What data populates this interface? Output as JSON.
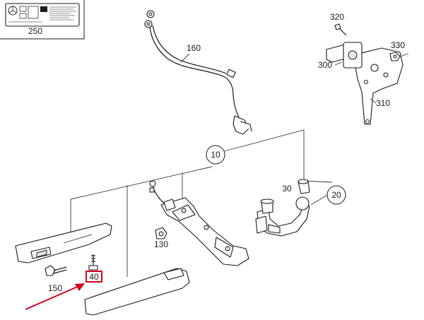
{
  "callouts": {
    "c10": "10",
    "c20": "20",
    "c30": "30",
    "c40": "40",
    "c130": "130",
    "c150": "150",
    "c160": "160",
    "c250": "250",
    "c300": "300",
    "c310": "310",
    "c320": "320",
    "c330": "330"
  },
  "colors": {
    "highlight": "#d0021b",
    "line": "#1a1a1a"
  }
}
